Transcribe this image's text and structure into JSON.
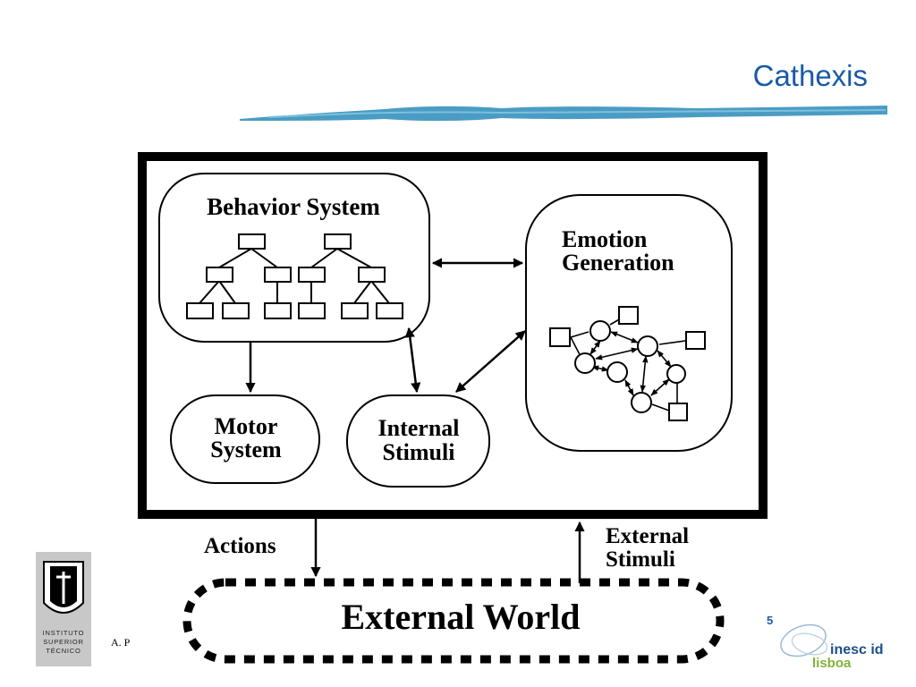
{
  "header": {
    "title": "Cathexis"
  },
  "diagram": {
    "behavior_system": "Behavior System",
    "emotion_generation": [
      "Emotion",
      "Generation"
    ],
    "motor_system": [
      "Motor",
      "System"
    ],
    "internal_stimuli": [
      "Internal",
      "Stimuli"
    ],
    "actions": "Actions",
    "external_stimuli": [
      "External",
      "Stimuli"
    ],
    "external_world": "External World"
  },
  "footer": {
    "author": "A. P",
    "page_number": "5",
    "institute_lines": [
      "INSTITUTO",
      "SUPERIOR",
      "TÉCNICO"
    ],
    "inesc_logo": [
      "inesc id",
      "lisboa"
    ]
  },
  "colors": {
    "title": "#1a5aa6",
    "swoosh": "#4a9cc4",
    "logo_bg": "#c8c8c8",
    "inesc_green": "#7fb23a"
  }
}
